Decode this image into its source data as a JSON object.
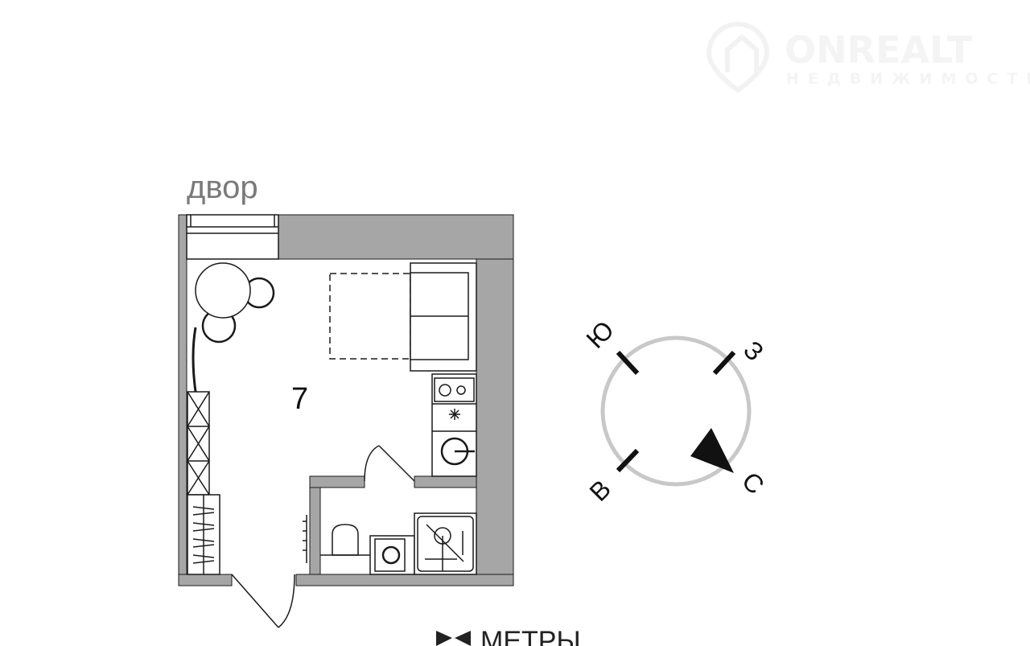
{
  "watermark": {
    "brand": "ONREALT",
    "tagline": "НЕДВИЖИМОСТЬ"
  },
  "plan": {
    "yard_label": "двор",
    "room_number": "7"
  },
  "compass": {
    "south": "Ю",
    "west": "З",
    "east": "В",
    "north": "С"
  },
  "footer_logo": {
    "text": "МЕТРЫ"
  },
  "colors": {
    "wall": "#a6a6a6",
    "line": "#1a1a1a",
    "compass_ring": "#c8c8c8"
  }
}
